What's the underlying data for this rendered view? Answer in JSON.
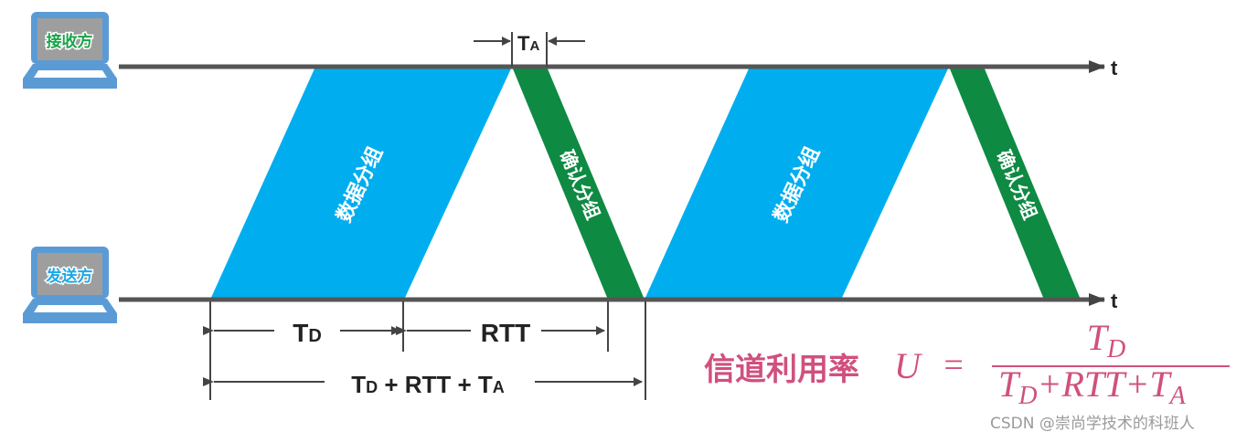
{
  "receiver": {
    "label": "接收方",
    "label_color": "#1aa34a"
  },
  "sender": {
    "label": "发送方",
    "label_color": "#1aa8e8"
  },
  "axis_label": "t",
  "packets": {
    "data_label": "数据分组",
    "ack_label": "确认分组",
    "data_color": "#00aeef",
    "ack_color": "#0e8a43"
  },
  "dimensions": {
    "ta": {
      "main": "T",
      "sub": "A"
    },
    "td": {
      "main": "T",
      "sub": "D"
    },
    "rtt": "RTT",
    "total": {
      "t1": "T",
      "s1": "D",
      "plus1": " + RTT + ",
      "t2": "T",
      "s2": "A"
    }
  },
  "formula": {
    "label": "信道利用率",
    "lhs": "U",
    "eq": "=",
    "num": {
      "main": "T",
      "sub": "D"
    },
    "den": {
      "t1": "T",
      "s1": "D",
      "mid": "+RTT+",
      "t2": "T",
      "s2": "A"
    },
    "color": "#d0507e"
  },
  "watermark": "CSDN @崇尚学技术的科班人"
}
